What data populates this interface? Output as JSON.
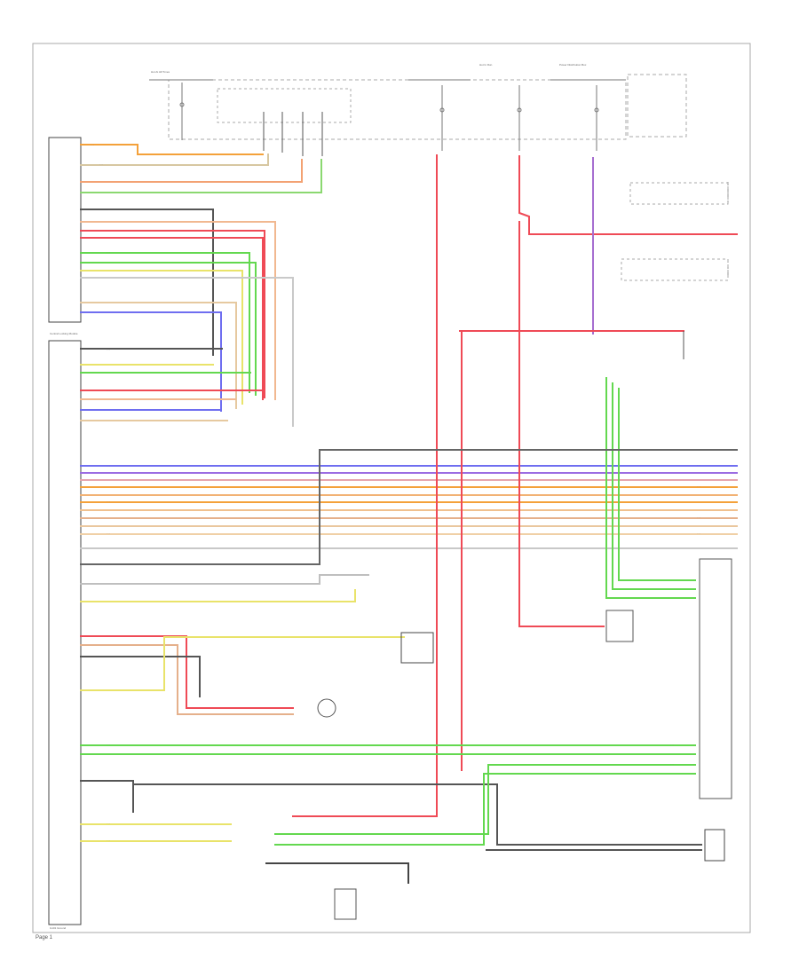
{
  "diagram": {
    "page_label": "Page 1",
    "module_label": "Central Locking Module",
    "bottom_left_label": "G101 Ground",
    "top_labels": [
      "Hot At All Times",
      "Hot In Run",
      "Power Distribution Box"
    ]
  },
  "colors": {
    "orange": "#f4a13a",
    "red": "#ef4a56",
    "green": "#63d84f",
    "yellow": "#e9e36a",
    "blue": "#6f6ef0",
    "purple": "#a66ed0",
    "tan": "#e8b38a",
    "black": "#444444",
    "grey": "#b9b9b9"
  }
}
